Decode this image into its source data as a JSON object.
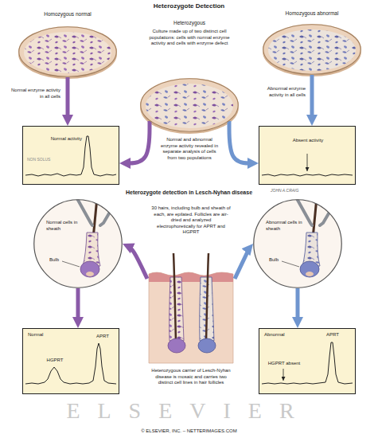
{
  "diagram": {
    "title": "Heterozygote Detection",
    "nodes": [
      {
        "text": [
          "Homozygous normal"
        ]
      },
      {
        "text": [
          "Heterozygous",
          "Culture made up of two distinct cell populations: cells with normal enzyme activity and cells with enzyme defect"
        ]
      },
      {
        "text": [
          "Homozygous abnormal"
        ]
      },
      {
        "text": [
          "Normal activity"
        ]
      },
      {
        "text": [
          "Absent activity"
        ]
      },
      {
        "text": [
          "Normal cells in sheath",
          "Bulb"
        ]
      },
      {
        "text": [
          "Abnormal cells in sheath",
          "Bulb"
        ]
      },
      {
        "text": [
          "Normal",
          "APRT",
          "HGPRT"
        ]
      },
      {
        "text": [
          "Abnormal",
          "APRT",
          "HGPRT absent"
        ]
      },
      {
        "text": [
          "Heterozygous carrier of Lesch-Nyhan disease is mosaic and carries two distinct cell lines in hair follicles"
        ]
      }
    ],
    "edges": [
      {
        "from": 0,
        "to": 3,
        "arrow": "to"
      },
      {
        "from": 1,
        "to": 3,
        "arrow": "to"
      },
      {
        "from": 1,
        "to": 4,
        "arrow": "to"
      },
      {
        "from": 2,
        "to": 4,
        "arrow": "to"
      },
      {
        "from": 9,
        "to": 5,
        "arrow": "to"
      },
      {
        "from": 9,
        "to": 6,
        "arrow": "to"
      },
      {
        "from": 5,
        "to": 7,
        "arrow": "to"
      },
      {
        "from": 6,
        "to": 8,
        "arrow": "to"
      }
    ],
    "labels": [
      "Normal enzyme activity in all cells",
      "Abnormal enzyme activity in all cells",
      "Normal and abnormal enzyme activity revealed in separate analysis of cells from two populations",
      "Heterozygote detection in Lesch-Nyhan disease",
      "30 hairs, including bulb and sheath of each, are epilated. Follicles are air-dried and analyzed electrophoretically for APRT and HGPRT",
      "ELSEVIER",
      "© ELSEVIER, INC. – NETTERIMAGES.COM",
      "NON SOLUS",
      "JOHN A.CRAIG"
    ]
  }
}
